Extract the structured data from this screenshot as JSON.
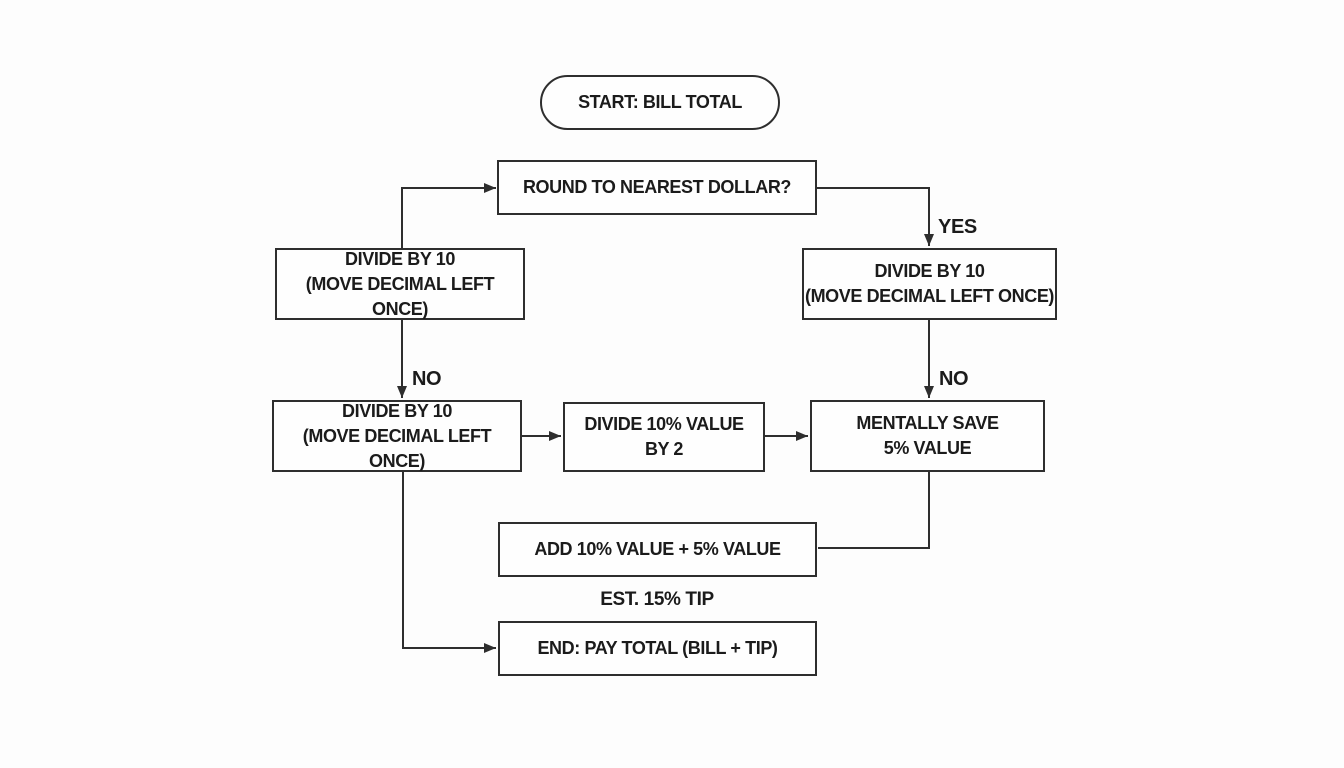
{
  "diagram": {
    "nodes": {
      "start": "START: BILL TOTAL",
      "round": "ROUND TO NEAREST DOLLAR?",
      "divide_top_left": "DIVIDE BY 10\n(MOVE DECIMAL LEFT ONCE)",
      "divide_top_right": "DIVIDE BY 10\n(MOVE DECIMAL LEFT ONCE)",
      "divide_bottom_left": "DIVIDE BY 10\n(MOVE DECIMAL LEFT ONCE)",
      "halve": "DIVIDE 10% VALUE\nBY 2",
      "save": "MENTALLY SAVE\n5% VALUE",
      "add": "ADD 10% VALUE + 5% VALUE",
      "end": "END: PAY TOTAL (BILL + TIP)"
    },
    "edge_labels": {
      "yes": "YES",
      "no_left": "NO",
      "no_right": "NO"
    },
    "caption": "EST. 15% TIP",
    "colors": {
      "background": "#fdfdfd",
      "box_fill": "#fefefe",
      "line": "#2e2e2e",
      "text": "#1b1b1b"
    }
  }
}
